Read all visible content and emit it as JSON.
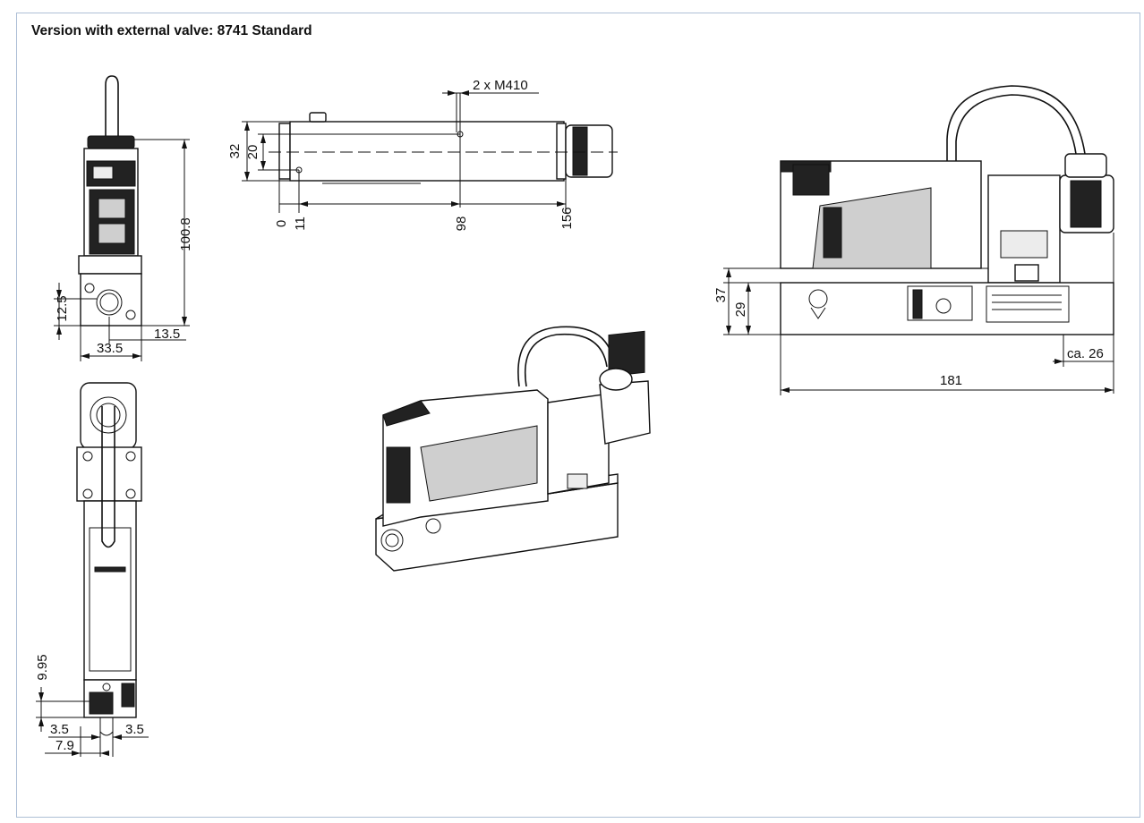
{
  "title": "Version with external valve: 8741 Standard",
  "dimensions": {
    "left_view": {
      "height": "100.8",
      "port_height": "12.5",
      "offset": "13.5",
      "width": "33.5"
    },
    "bottom_view": {
      "h": "9.95",
      "a": "3.5",
      "b": "3.5",
      "c": "7.9"
    },
    "top_view": {
      "thread": "2 x M410",
      "h32": "32",
      "h20": "20",
      "x0": "0",
      "x11": "11",
      "x98": "98",
      "x156": "156"
    },
    "right_view": {
      "h37": "37",
      "h29": "29",
      "ca": "ca. 26",
      "length": "181"
    }
  },
  "colors": {
    "frame_border": "#aebfd6",
    "line": "#111111",
    "fill_dark": "#222222",
    "fill_grey": "#cfcfcf"
  }
}
